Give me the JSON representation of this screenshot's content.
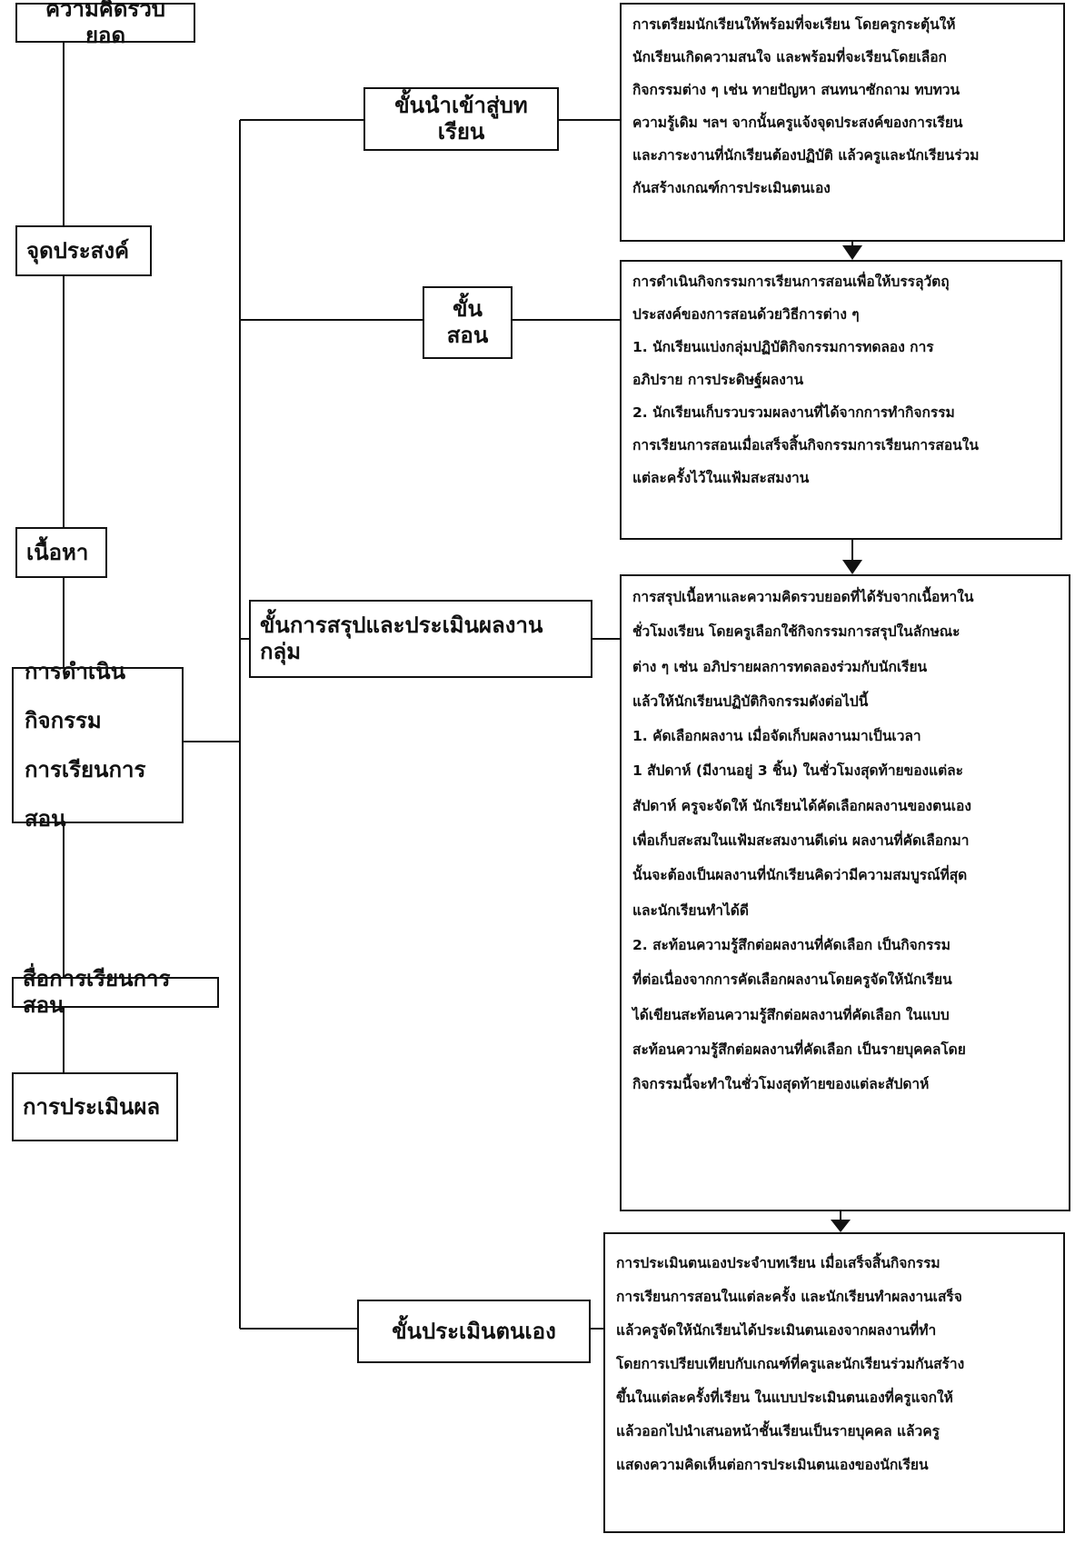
{
  "left_column": {
    "concept": "ความคิดรวบยอด",
    "objective": "จุดประสงค์",
    "content": "เนื้อหา",
    "activities_lines": [
      "การดำเนิน",
      "กิจกรรม",
      "การเรียนการสอน"
    ],
    "media": "สื่อการเรียนการสอน",
    "evaluation": "การประเมินผล"
  },
  "steps": [
    {
      "title": "ขั้นนำเข้าสู่บทเรียน",
      "lines": [
        "การเตรียมนักเรียนให้พร้อมที่จะเรียน  โดยครูกระตุ้นให้",
        "นักเรียนเกิดความสนใจ  และพร้อมที่จะเรียนโดยเลือก",
        "กิจกรรมต่าง ๆ เช่น ทายปัญหา  สนทนาซักถาม  ทบทวน",
        "ความรู้เดิม  ฯลฯ  จากนั้นครูแจ้งจุดประสงค์ของการเรียน",
        "และภาระงานที่นักเรียนต้องปฏิบัติ  แล้วครูและนักเรียนร่วม",
        "กันสร้างเกณฑ์การประเมินตนเอง"
      ]
    },
    {
      "title": "ขั้นสอน",
      "lines": [
        "การดำเนินกิจกรรมการเรียนการสอนเพื่อให้บรรลุวัตถุ",
        "ประสงค์ของการสอนด้วยวิธีการต่าง ๆ",
        "1.  นักเรียนแบ่งกลุ่มปฏิบัติกิจกรรมการทดลอง การ",
        "อภิปราย  การประดิษฐ์ผลงาน",
        "2. นักเรียนเก็บรวบรวมผลงานที่ได้จากการทำกิจกรรม",
        "การเรียนการสอนเมื่อเสร็จสิ้นกิจกรรมการเรียนการสอนใน",
        "แต่ละครั้งไว้ในแฟ้มสะสมงาน"
      ]
    },
    {
      "title": "ขั้นการสรุปและประเมินผลงานกลุ่ม",
      "lines": [
        "การสรุปเนื้อหาและความคิดรวบยอดที่ได้รับจากเนื้อหาใน",
        "ชั่วโมงเรียน  โดยครูเลือกใช้กิจกรรมการสรุปในลักษณะ",
        "ต่าง ๆ  เช่น   อภิปรายผลการทดลองร่วมกับนักเรียน",
        "แล้วให้นักเรียนปฏิบัติกิจกรรมดังต่อไปนี้",
        "1. คัดเลือกผลงาน  เมื่อจัดเก็บผลงานมาเป็นเวลา",
        "1 สัปดาห์  (มีงานอยู่ 3 ชิ้น)  ในชั่วโมงสุดท้ายของแต่ละ",
        "สัปดาห์  ครูจะจัดให้  นักเรียนได้คัดเลือกผลงานของตนเอง",
        "เพื่อเก็บสะสมในแฟ้มสะสมงานดีเด่น  ผลงานที่คัดเลือกมา",
        "นั้นจะต้องเป็นผลงานที่นักเรียนคิดว่ามีความสมบูรณ์ที่สุด",
        "และนักเรียนทำได้ดี",
        "2.  สะท้อนความรู้สึกต่อผลงานที่คัดเลือก  เป็นกิจกรรม",
        "ที่ต่อเนื่องจากการคัดเลือกผลงานโดยครูจัดให้นักเรียน",
        "ได้เขียนสะท้อนความรู้สึกต่อผลงานที่คัดเลือก   ในแบบ",
        "สะท้อนความรู้สึกต่อผลงานที่คัดเลือก  เป็นรายบุคคลโดย",
        "กิจกรรมนี้จะทำในชั่วโมงสุดท้ายของแต่ละสัปดาห์"
      ]
    },
    {
      "title": "ขั้นประเมินตนเอง",
      "lines": [
        "การประเมินตนเองประจำบทเรียน  เมื่อเสร็จสิ้นกิจกรรม",
        "การเรียนการสอนในแต่ละครั้ง  และนักเรียนทำผลงานเสร็จ",
        "แล้วครูจัดให้นักเรียนได้ประเมินตนเองจากผลงานที่ทำ",
        "โดยการเปรียบเทียบกับเกณฑ์ที่ครูและนักเรียนร่วมกันสร้าง",
        "ขึ้นในแต่ละครั้งที่เรียน  ในแบบประเมินตนเองที่ครูแจกให้",
        "แล้วออกไปนำเสนอหน้าชั้นเรียนเป็นรายบุคคล  แล้วครู",
        "แสดงความคิดเห็นต่อการประเมินตนเองของนักเรียน"
      ]
    }
  ]
}
